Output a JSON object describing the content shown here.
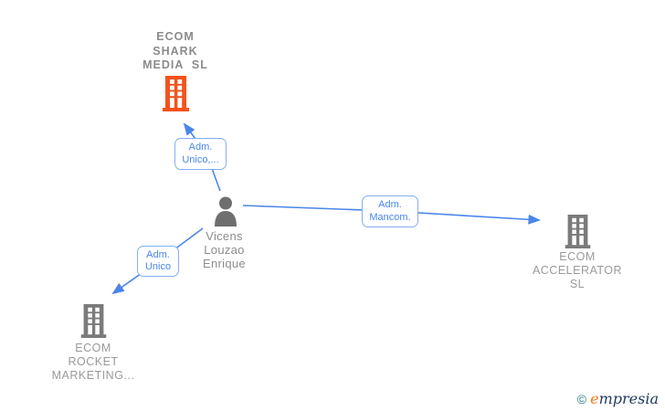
{
  "colors": {
    "edge_blue": "#4a86e8",
    "label_border_blue": "#84aef2",
    "main_company_orange": "#f4531c",
    "company_icon_gray": "#7b7b7b",
    "person_icon_gray": "#6f6f6f",
    "company_text_gray": "#9a9a9a",
    "copyright_teal": "#2a7e8c",
    "brand_navy": "#1f3a60",
    "brand_orange": "#ee7b18"
  },
  "nodes": {
    "main_company": {
      "name": "ECOM SHARK MEDIA SL",
      "lines": [
        "ECOM",
        "SHARK",
        "MEDIA  SL"
      ]
    },
    "person": {
      "name": "Vicens Louzao Enrique",
      "lines": [
        "Vicens",
        "Louzao",
        "Enrique"
      ]
    },
    "company_right": {
      "name": "ECOM ACCELERATOR SL",
      "lines": [
        "ECOM",
        "ACCELERATOR",
        "SL"
      ]
    },
    "company_bottom_left": {
      "name": "ECOM ROCKET MARKETING...",
      "lines": [
        "ECOM",
        "ROCKET",
        "MARKETING..."
      ]
    }
  },
  "edges": {
    "to_main_company": {
      "label_lines": [
        "Adm.",
        "Unico,..."
      ]
    },
    "to_company_right": {
      "label_lines": [
        "Adm.",
        "Mancom."
      ]
    },
    "to_company_bottom_left": {
      "label_lines": [
        "Adm.",
        "Unico"
      ]
    }
  },
  "footer": {
    "copyright_symbol": "©",
    "brand_initial": "e",
    "brand_rest": "mpresia"
  }
}
